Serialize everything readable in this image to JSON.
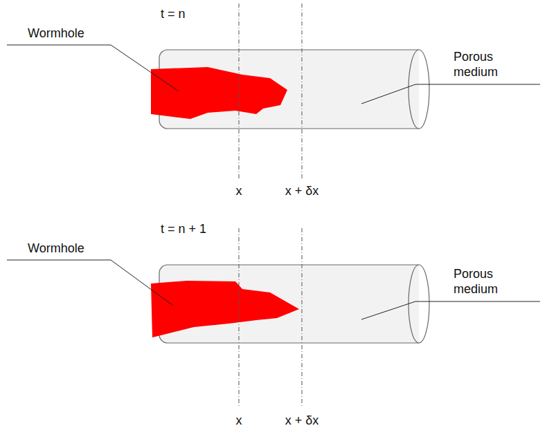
{
  "diagram": {
    "labels": [
      "t = n",
      "Wormhole",
      "Porous medium",
      "x",
      "x + δx",
      "t = n + 1",
      "Wormhole",
      "Porous medium",
      "x",
      "x + δx"
    ]
  }
}
